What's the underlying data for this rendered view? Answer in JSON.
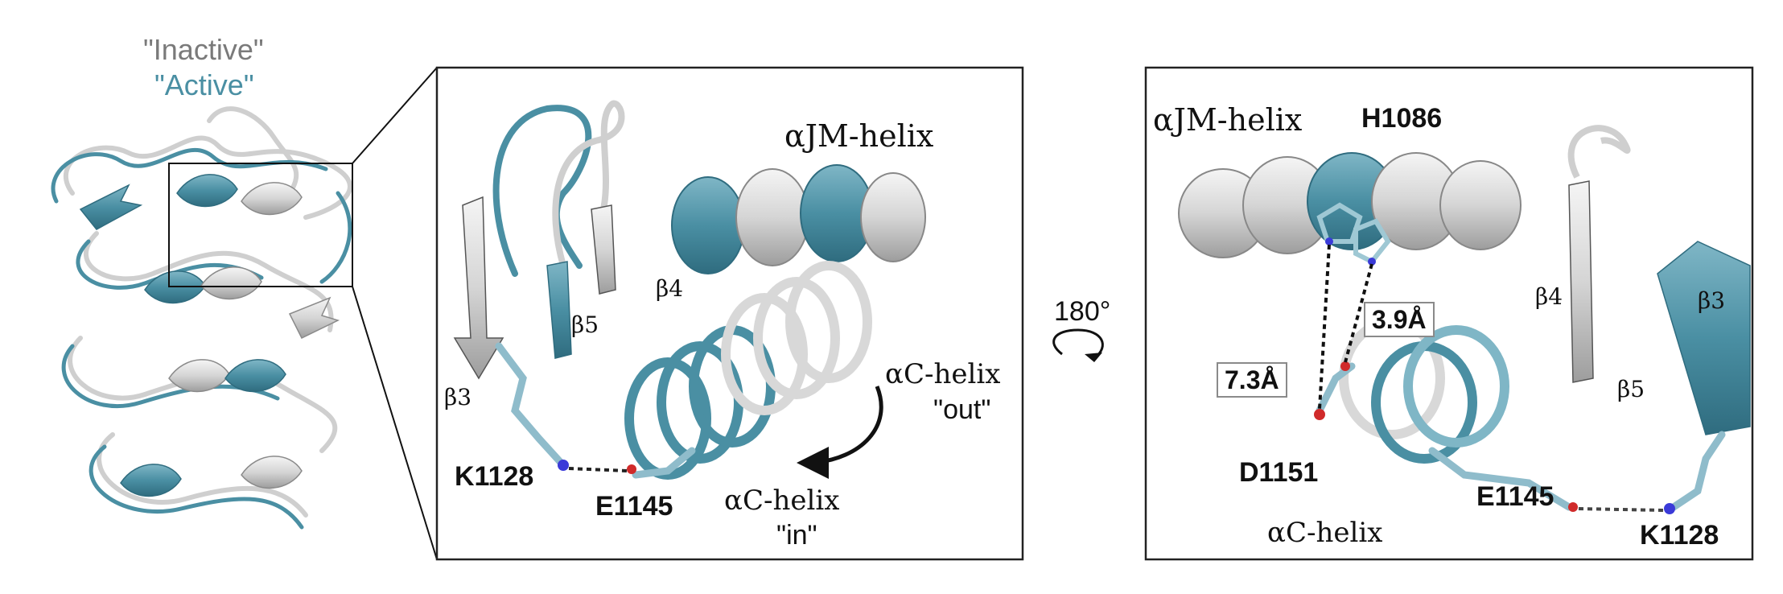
{
  "figure": {
    "state_labels": {
      "inactive": "\"Inactive\"",
      "active": "\"Active\""
    },
    "colors": {
      "active": "#4a8fa3",
      "inactive": "#d3d3d3",
      "inactive_text": "#7a7a7a",
      "frame": "#222222",
      "nitrogen": "#3a3ad8",
      "oxygen": "#d02a2a"
    },
    "panel_middle": {
      "helix_jm": "αJM-helix",
      "strand_b3": "β3",
      "strand_b4": "β4",
      "strand_b5": "β5",
      "residue_k": "K1128",
      "residue_e": "E1145",
      "helix_out": "αC-helix",
      "out_quote": "\"out\"",
      "helix_in": "αC-helix",
      "in_quote": "\"in\""
    },
    "rotation": {
      "label": "180°"
    },
    "panel_right": {
      "helix_jm": "αJM-helix",
      "residue_h": "H1086",
      "dist_short": "3.9Å",
      "dist_long": "7.3Å",
      "residue_d": "D1151",
      "helix_c": "αC-helix",
      "residue_e": "E1145",
      "residue_k": "K1128",
      "strand_b3": "β3",
      "strand_b4": "β4",
      "strand_b5": "β5"
    }
  }
}
